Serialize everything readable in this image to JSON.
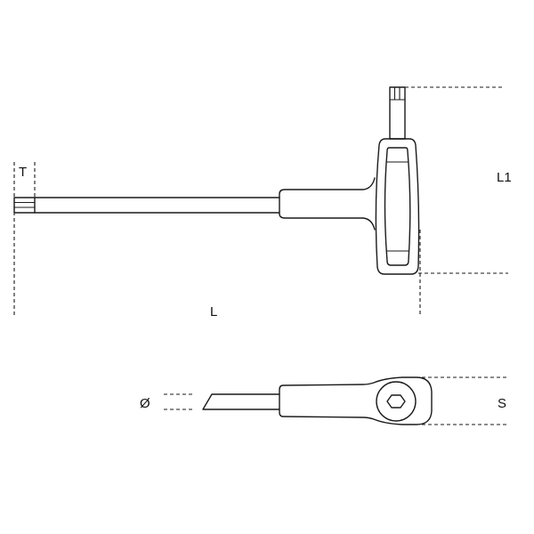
{
  "drawing": {
    "title": "T-handle hex key technical drawing",
    "line_color": "#1a1a1a",
    "background": "#ffffff",
    "side_view": {
      "labels": {
        "tip_length": "T",
        "length": "L",
        "handle_length": "L1"
      }
    },
    "top_view": {
      "labels": {
        "diameter": "Ø",
        "handle_thickness": "S"
      }
    }
  }
}
